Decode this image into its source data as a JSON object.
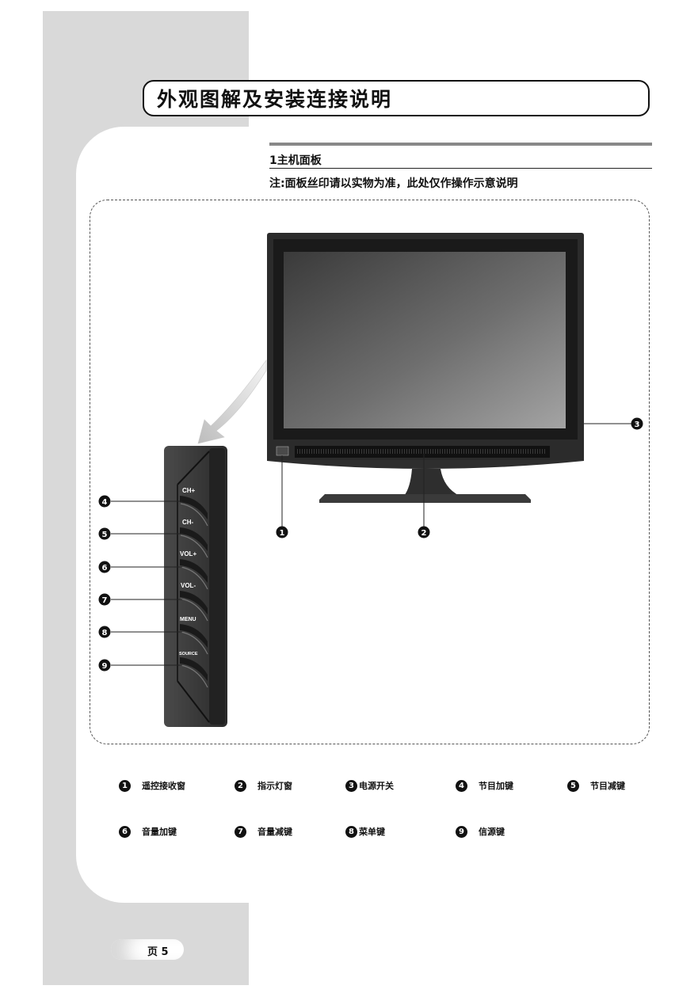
{
  "header": {
    "title": "外观图解及安装连接说明"
  },
  "section": {
    "title": "1主机面板",
    "note": "注:面板丝印请以实物为准，此处仅作操作示意说明"
  },
  "panel_buttons": [
    "CH+",
    "CH-",
    "VOL+",
    "VOL-",
    "MENU",
    "SOURCE"
  ],
  "callouts": [
    "1",
    "2",
    "3",
    "4",
    "5",
    "6",
    "7",
    "8",
    "9"
  ],
  "legend": [
    {
      "num": "1",
      "label": "遥控接收窗"
    },
    {
      "num": "2",
      "label": "指示灯窗"
    },
    {
      "num": "3",
      "label": "电源开关"
    },
    {
      "num": "4",
      "label": "节目加键"
    },
    {
      "num": "5",
      "label": "节目减键"
    },
    {
      "num": "6",
      "label": "音量加键"
    },
    {
      "num": "7",
      "label": "音量减键"
    },
    {
      "num": "8",
      "label": "菜单键"
    },
    {
      "num": "9",
      "label": "信源键"
    }
  ],
  "footer": {
    "page_label": "页 5"
  }
}
